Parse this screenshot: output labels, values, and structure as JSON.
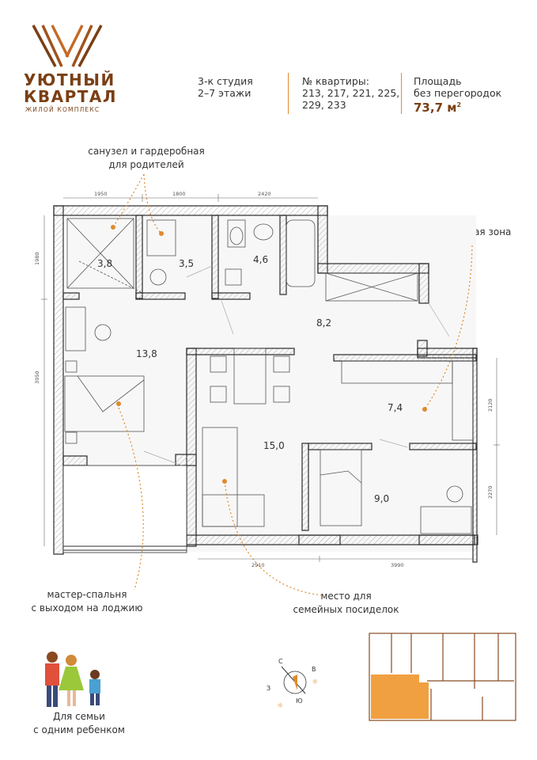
{
  "logo": {
    "title_line1": "УЮТНЫЙ",
    "title_line2": "КВАРТАЛ",
    "subtitle": "ЖИЛОЙ КОМПЛЕКС"
  },
  "header": {
    "type_line1": "3-к студия",
    "type_line2": "2–7 этажи",
    "apt_label": "№ квартиры:",
    "apt_line1": "213, 217, 221, 225,",
    "apt_line2": "229, 233",
    "area_label1": "Площадь",
    "area_label2": "без перегородок",
    "area_value": "73,7 м",
    "area_sup": "2"
  },
  "callouts": {
    "bath_parents_l1": "санузел и гардеробная",
    "bath_parents_l2": "для родителей",
    "kitchen_zone": "отдельная кухонная зона",
    "master_l1": "мастер-спальня",
    "master_l2": "с выходом на лоджию",
    "family_l1": "место для",
    "family_l2": "семейных посиделок",
    "family_type_l1": "Для семьи",
    "family_type_l2": "с одним ребенком"
  },
  "rooms": [
    "3,8",
    "3,5",
    "4,6",
    "8,2",
    "13,8",
    "15,0",
    "7,4",
    "9,0"
  ],
  "dims": {
    "top": [
      "1950",
      "1800",
      "2420"
    ],
    "left": [
      "1980",
      "3950"
    ],
    "right": [
      "2120",
      "2270"
    ],
    "bottom": [
      "2910",
      "3990"
    ]
  },
  "compass": {
    "n": "С",
    "e": "В",
    "s": "Ю",
    "w": "З"
  },
  "colors": {
    "accent": "#e08a2c",
    "brand": "#7a3f14",
    "wall": "#2b2b2b",
    "hatch": "#bdbdbd",
    "highlight": "#f0a040"
  }
}
